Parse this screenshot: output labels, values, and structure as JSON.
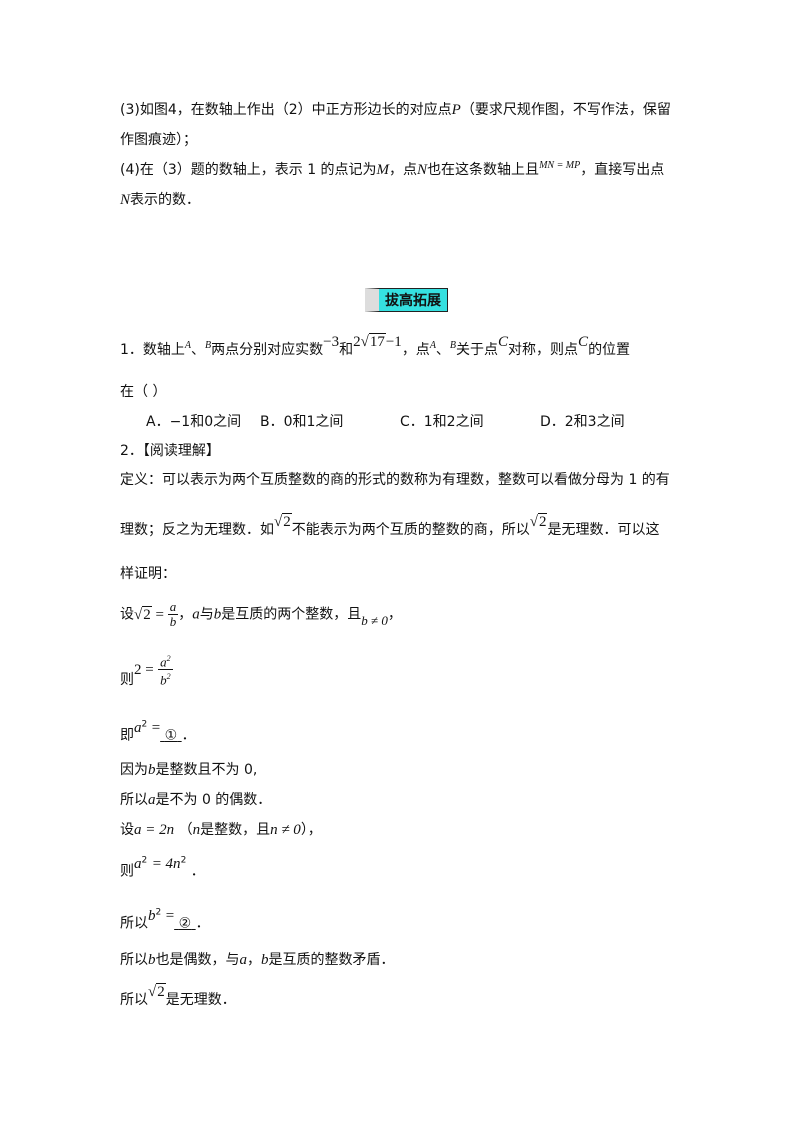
{
  "part3": {
    "a": "(3)如图4，在数轴上作出（2）中正方形边长的对应点",
    "p": "P",
    "b": "（要求尺规作图，不写作法，保留",
    "c": "作图痕迹）；"
  },
  "part4": {
    "a": "(4)在（3）题的数轴上，表示 1 的点记为",
    "m": "M",
    "b": "，点",
    "n": "N",
    "c": "也在这条数轴上且",
    "eq": "MN = MP",
    "d": "，直接写出点",
    "n2": "N",
    "e": "表示的数．"
  },
  "heading": "拔高拓展",
  "q1": {
    "a": "1．数轴上",
    "A": "A",
    "sep": "、",
    "B": "B",
    "b": "两点分别对应实数",
    "v1": "−3",
    "and": "和",
    "coef": "2",
    "rad": "17",
    "tail": "−1",
    "c": "，点",
    "A2": "A",
    "sep2": "、",
    "B2": "B",
    "d": "关于点",
    "C": "C",
    "e": "对称，则点",
    "C2": "C",
    "f": "的位置",
    "g": "在（  ）"
  },
  "options": {
    "a": "A．−1和0之间",
    "b": "B．0和1之间",
    "c": "C．1和2之间",
    "d": "D．2和3之间"
  },
  "q2": {
    "title": "2．【阅读理解】",
    "def1": "定义：可以表示为两个互质整数的商的形式的数称为有理数，整数可以看做分母为 1 的有",
    "def2a": "理数；反之为无理数．如",
    "def2b": "不能表示为两个互质的整数的商，所以",
    "def2c": "是无理数．可以这",
    "def3": "样证明：",
    "s1a": "设",
    "s1b": "，",
    "s1c": "a",
    "s1d": "与",
    "s1e": "b",
    "s1f": "是互质的两个整数，且",
    "s1g": "b ≠ 0",
    "s1h": "，",
    "s2a": "则",
    "s2b": "2 =",
    "s3a": "即",
    "s3b": "a",
    "s3c": "2",
    "s3d": "=",
    "s3blank": "①",
    "s3e": "．",
    "s4a": "因为",
    "s4b": "b",
    "s4c": "是整数且不为 0,",
    "s5a": "所以",
    "s5b": "a",
    "s5c": "是不为 0 的偶数．",
    "s6a": "设",
    "s6b": "a = 2n",
    "s6c": "（",
    "s6d": "n",
    "s6e": "是整数，且",
    "s6f": "n ≠ 0",
    "s6g": "），",
    "s7a": "则",
    "s7b": "a",
    "s7c": "2",
    "s7d": "= 4n",
    "s7e": "2",
    "s7f": "．",
    "s8a": "所以",
    "s8b": "b",
    "s8c": "2",
    "s8d": "=",
    "s8blank": "②",
    "s8e": "．",
    "s9a": "所以",
    "s9b": "b",
    "s9c": "也是偶数，与",
    "s9d": "a",
    "s9e": "，",
    "s9f": "b",
    "s9g": "是互质的整数矛盾．",
    "s10a": "所以",
    "s10b": "是无理数．",
    "sqrt2": "2",
    "frac_a": "a",
    "frac_b": "b",
    "frac_a2": "a",
    "frac_b2": "b",
    "sq": "2",
    "eq": "="
  }
}
